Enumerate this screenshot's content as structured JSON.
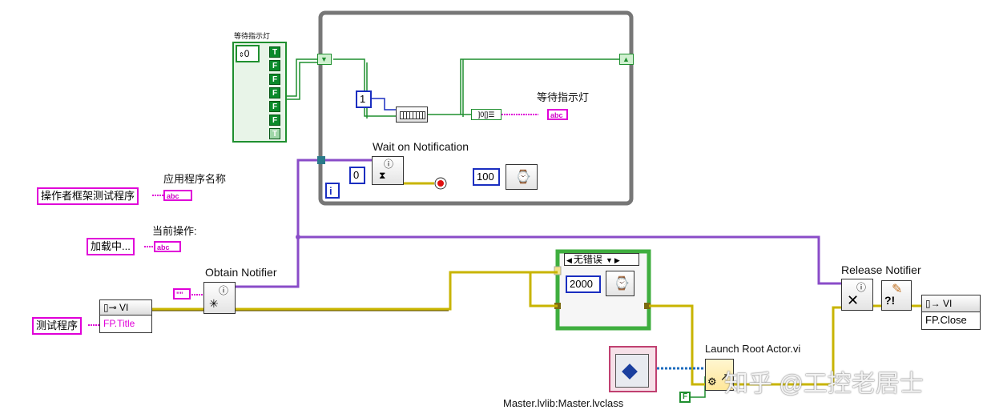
{
  "labels": {
    "wait_indicator_small": "等待指示灯",
    "wait_indicator": "等待指示灯",
    "wait_on_notification": "Wait on Notification",
    "app_name": "应用程序名称",
    "current_op": "当前操作:",
    "obtain_notifier": "Obtain Notifier",
    "release_notifier": "Release Notifier",
    "launch_root_actor": "Launch Root Actor.vi",
    "master_class": "Master.lvlib:Master.lvclass"
  },
  "constants": {
    "app_name_value": "操作者框架测试程序",
    "current_op_value": "加载中...",
    "test_program": "测试程序",
    "array_index": "0",
    "const_one": "1",
    "wait_timeout": "0",
    "wait_ms_loop": "100",
    "wait_ms_case": "2000",
    "false_const": "F"
  },
  "property_nodes": {
    "fp_title": "FP.Title",
    "vi_label": "VI",
    "fp_close": "FP.Close"
  },
  "case_structure": {
    "selector": "无错误"
  },
  "loop": {
    "iteration": "i"
  },
  "terminals": {
    "abc": "abc",
    "empty_string": "\"\""
  },
  "bool_array": [
    "T",
    "F",
    "F",
    "F",
    "F",
    "F",
    "T"
  ],
  "watermark": "知乎 @工控老居士",
  "colors": {
    "string_wire": "#e000d8",
    "refnum_wire": "#7f3fbf",
    "error_wire": "#c8b400",
    "bool_wire": "#1f8f2f",
    "numeric_wire": "#1a2ec0",
    "object_wire": "#1e6cbe"
  }
}
